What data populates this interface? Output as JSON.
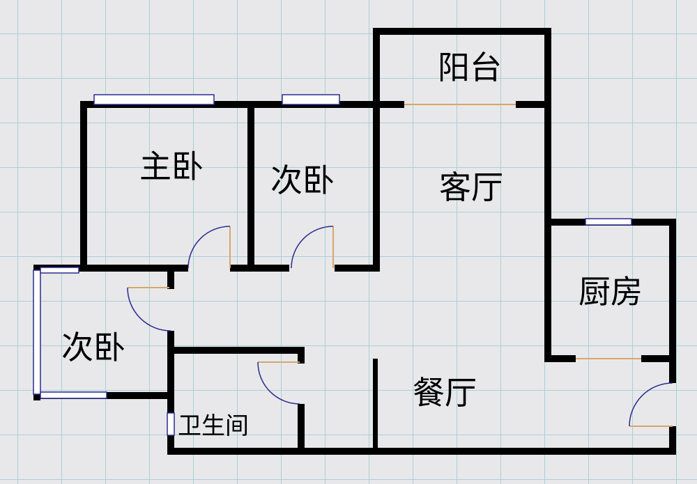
{
  "title": "Floor plan",
  "colors": {
    "background": "#e8e8ea",
    "grid": "#a9cfd8",
    "wall": "#000000",
    "window": "#2a2a90",
    "door": "#d7a66a"
  },
  "rooms": {
    "balcony": "阳台",
    "master_bedroom": "主卧",
    "second_bedroom": "次卧",
    "living_room": "客厅",
    "kitchen": "厨房",
    "third_bedroom": "次卧",
    "dining_room": "餐厅",
    "bathroom": "卫生间"
  }
}
